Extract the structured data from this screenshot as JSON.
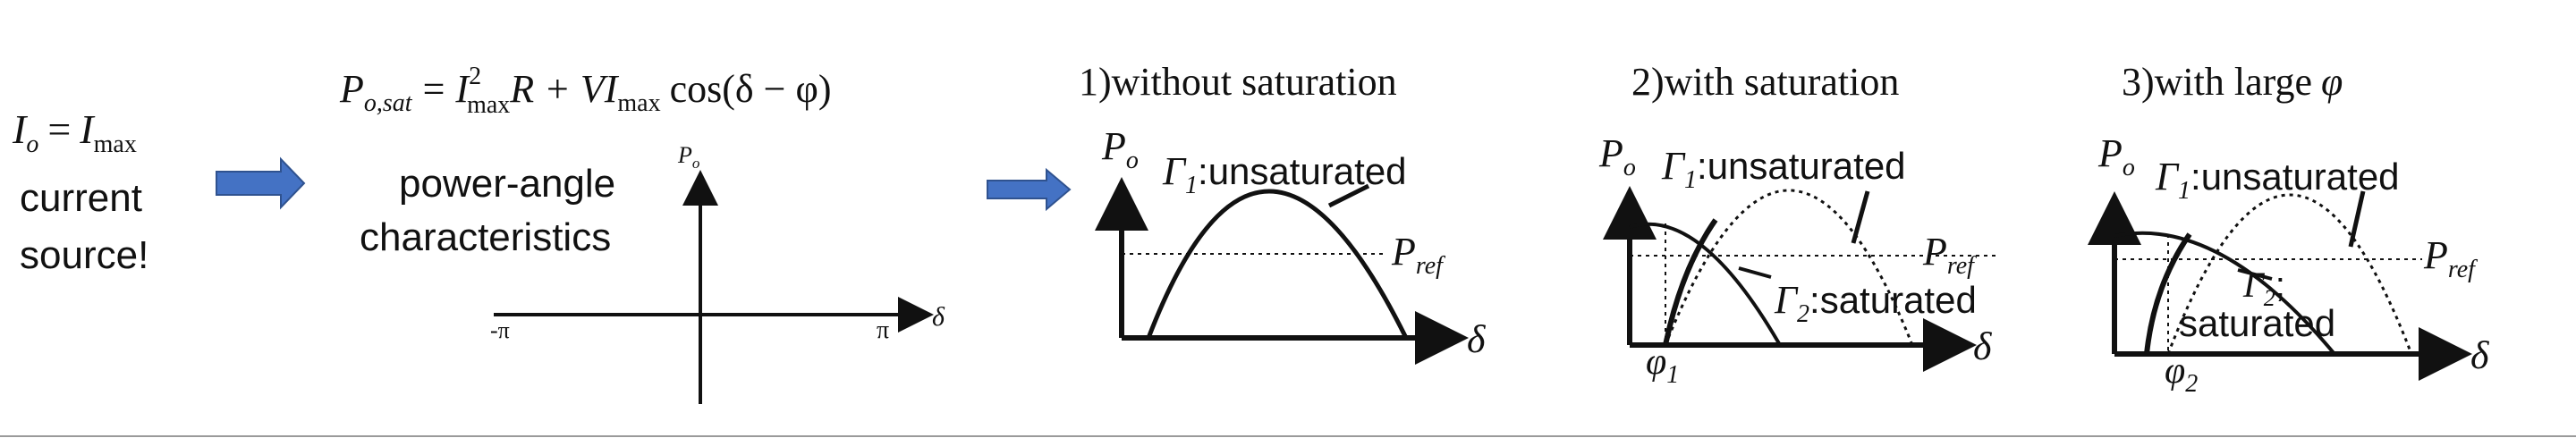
{
  "left_block": {
    "equation": {
      "lhs": "I",
      "lhs_sub": "o",
      "eq": "=",
      "rhs": "I",
      "rhs_sub": "max"
    },
    "line1": "current",
    "line2": "source!"
  },
  "middle_block": {
    "formula": {
      "lhs": "P",
      "lhs_sub": "o,sat",
      "eq": "=",
      "t1": "I",
      "t1_sup": "2",
      "t1_sub": "max",
      "t1_tail": "R + VI",
      "t2_sub": "max",
      "t2_tail": "cos(δ − φ)"
    },
    "caption_line1": "power-angle",
    "caption_line2": "characteristics",
    "axes": {
      "y_label": "P",
      "y_sub": "o",
      "x_label": "δ",
      "tick_min": "-π",
      "tick_max": "π"
    }
  },
  "panel1": {
    "title": "1)without saturation",
    "y_label": "P",
    "y_sub": "o",
    "x_label": "δ",
    "curve_label": "Γ",
    "curve_sub": "1",
    "curve_text": ":unsaturated",
    "ref_label": "P",
    "ref_sub": "ref"
  },
  "panel2": {
    "title": "2)with saturation",
    "y_label": "P",
    "y_sub": "o",
    "x_label": "δ",
    "curve1_label": "Γ",
    "curve1_sub": "1",
    "curve1_text": ":unsaturated",
    "curve2_label": "Γ",
    "curve2_sub": "2",
    "curve2_text": ":saturated",
    "ref_label": "P",
    "ref_sub": "ref",
    "phi_label": "φ",
    "phi_sub": "1"
  },
  "panel3": {
    "title_text": "3)with large",
    "title_sym": "φ",
    "y_label": "P",
    "y_sub": "o",
    "x_label": "δ",
    "curve1_label": "Γ",
    "curve1_sub": "1",
    "curve1_text": ":unsaturated",
    "curve2_label": "Γ",
    "curve2_sub": "2",
    "curve2_text": ";",
    "curve2_text2": "saturated",
    "ref_label": "P",
    "ref_sub": "ref",
    "phi_label": "φ",
    "phi_sub": "2"
  },
  "colors": {
    "arrow_fill": "#4472C4",
    "arrow_stroke": "#2F528F",
    "ink": "#111111"
  }
}
